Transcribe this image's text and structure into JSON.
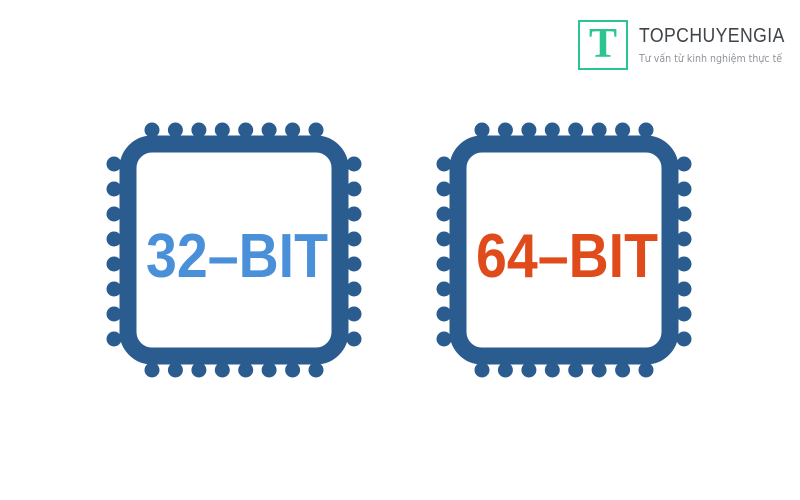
{
  "colors": {
    "background": "#FFFFFF",
    "chip_outline": "#2B5C8F",
    "accent_green": "#2BC492",
    "brand_text": "#3F4449",
    "tagline_text": "#8F949B"
  },
  "logo": {
    "mark_letter": "T",
    "brand": "TOPCHUYENGIA",
    "tagline": "Tư vấn từ kinh nghiệm thực tế"
  },
  "chips": [
    {
      "label": "32–BIT",
      "label_color": "#4A90D9"
    },
    {
      "label": "64–BIT",
      "label_color": "#E04B1C"
    }
  ]
}
